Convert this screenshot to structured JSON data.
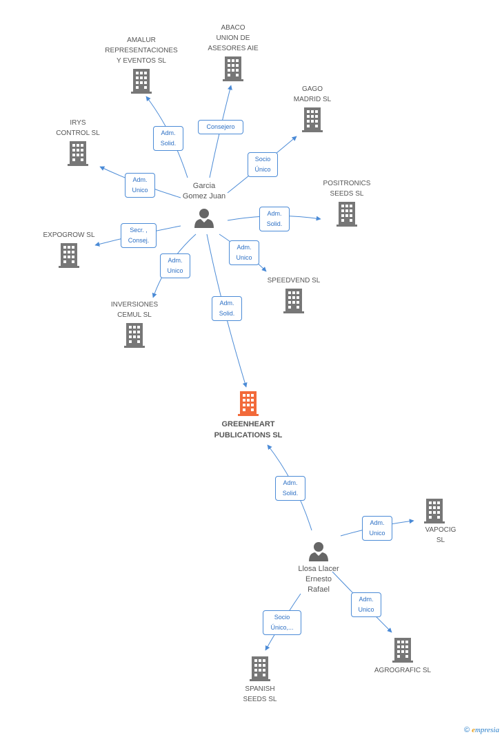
{
  "colors": {
    "edge": "#4a8ad6",
    "company": "#777777",
    "focus_company": "#f26a3a",
    "person": "#666666"
  },
  "nodes": {
    "abaco": {
      "label": "ABACO\nUNION DE\nASESORES AIE",
      "icon": "building-icon"
    },
    "amalur": {
      "label": "AMALUR\nREPRESENTACIONES\nY EVENTOS SL",
      "icon": "building-icon"
    },
    "gago": {
      "label": "GAGO\nMADRID SL",
      "icon": "building-icon"
    },
    "irys": {
      "label": "IRYS\nCONTROL SL",
      "icon": "building-icon"
    },
    "positronics": {
      "label": "POSITRONICS\nSEEDS SL",
      "icon": "building-icon"
    },
    "expogrow": {
      "label": "EXPOGROW SL",
      "icon": "building-icon"
    },
    "speedvend": {
      "label": "SPEEDVEND SL",
      "icon": "building-icon"
    },
    "cemul": {
      "label": "INVERSIONES\nCEMUL SL",
      "icon": "building-icon"
    },
    "greenheart": {
      "label": "GREENHEART\nPUBLICATIONS SL",
      "icon": "building-icon"
    },
    "vapocig": {
      "label": "VAPOCIG SL",
      "icon": "building-icon"
    },
    "agrografic": {
      "label": "AGROGRAFIC SL",
      "icon": "building-icon"
    },
    "spanish": {
      "label": "SPANISH\nSEEDS SL",
      "icon": "building-icon"
    },
    "garcia": {
      "label": "Garcia\nGomez Juan",
      "icon": "person-icon"
    },
    "llosa": {
      "label": "Llosa Llacer\nErnesto\nRafael",
      "icon": "person-icon"
    }
  },
  "edges": [
    {
      "from": "garcia",
      "to": "amalur",
      "label": "Adm.\nSolid."
    },
    {
      "from": "garcia",
      "to": "abaco",
      "label": "Consejero"
    },
    {
      "from": "garcia",
      "to": "gago",
      "label": "Socio\nÚnico"
    },
    {
      "from": "garcia",
      "to": "irys",
      "label": "Adm.\nUnico"
    },
    {
      "from": "garcia",
      "to": "positronics",
      "label": "Adm.\nSolid."
    },
    {
      "from": "garcia",
      "to": "expogrow",
      "label": "Secr. ,\nConsej."
    },
    {
      "from": "garcia",
      "to": "speedvend",
      "label": "Adm.\nUnico"
    },
    {
      "from": "garcia",
      "to": "cemul",
      "label": "Adm.\nUnico"
    },
    {
      "from": "garcia",
      "to": "greenheart",
      "label": "Adm.\nSolid."
    },
    {
      "from": "llosa",
      "to": "greenheart",
      "label": "Adm.\nSolid."
    },
    {
      "from": "llosa",
      "to": "vapocig",
      "label": "Adm.\nUnico"
    },
    {
      "from": "llosa",
      "to": "agrografic",
      "label": "Adm.\nUnico"
    },
    {
      "from": "llosa",
      "to": "spanish",
      "label": "Socio\nÚnico,..."
    }
  ],
  "footer": {
    "copyright_symbol": "©",
    "brand_initial": "e",
    "brand_rest": "mpresia"
  }
}
